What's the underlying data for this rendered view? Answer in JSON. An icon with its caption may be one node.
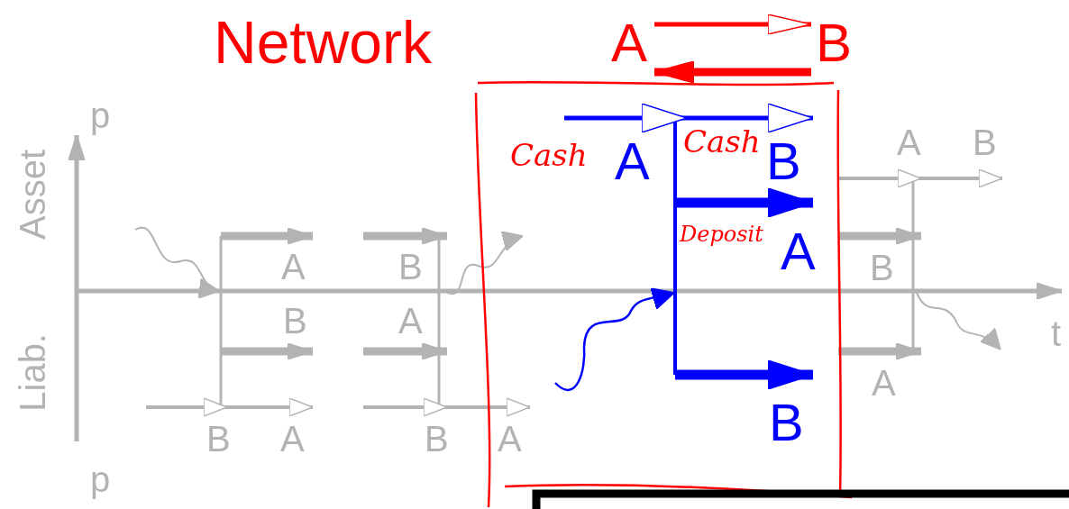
{
  "diagram": {
    "nodes": [
      {
        "text": [
          "A"
        ]
      },
      {
        "text": [
          "B"
        ]
      }
    ],
    "edges": [
      {
        "from": 0,
        "to": 1,
        "arrow": "to"
      },
      {
        "from": 1,
        "to": 0,
        "arrow": "to",
        "style": "thick"
      }
    ],
    "labels": [
      "Network",
      "p",
      "Asset",
      "Liab.",
      "t",
      "Cash",
      "A",
      "Cash",
      "B",
      "Deposit",
      "A",
      "B",
      "A",
      "B",
      "B",
      "A",
      "B",
      "A",
      "B",
      "A",
      "A",
      "B",
      "B",
      "A",
      "p"
    ]
  }
}
